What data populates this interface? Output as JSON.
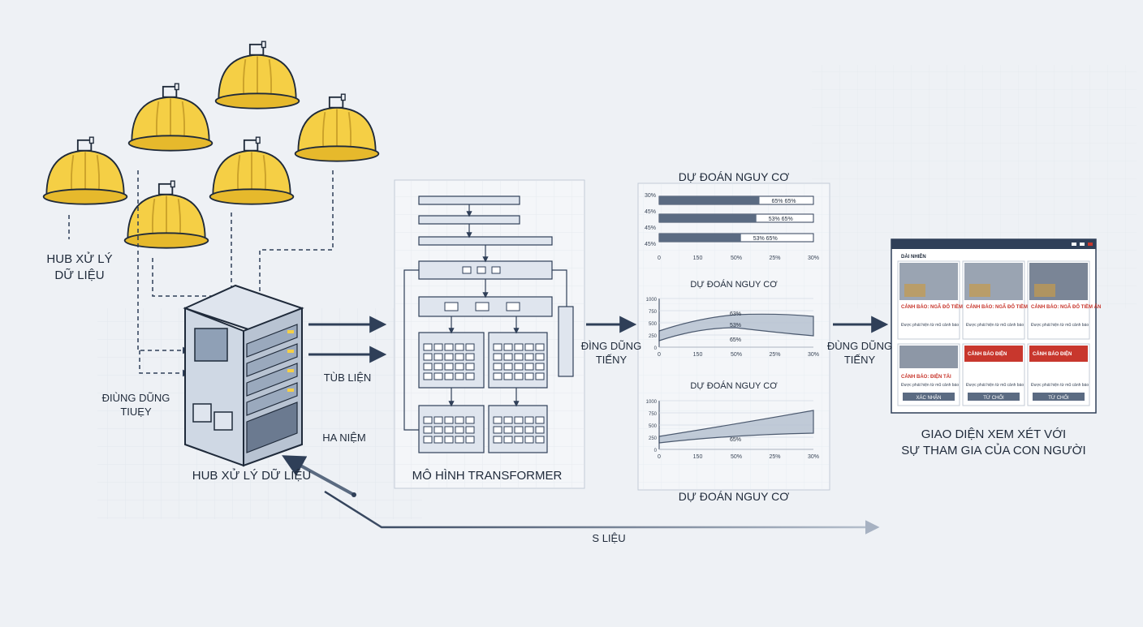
{
  "labels": {
    "hub_left_line1": "HUB XỬ LÝ",
    "hub_left_line2": "DỮ LIỆU",
    "side_left_line1": "ĐIÙNG DŨNG",
    "side_left_line2": "TIUẸY",
    "tub_lien": "TÙB LIỆN",
    "ha_niem": "HA NIỆM",
    "hub_main": "HUB XỬ LÝ DỮ LIỆU",
    "transformer_title": "MÔ HÌNH TRANSFORMER",
    "arrow2_line1": "ĐÌNG DŨNG",
    "arrow2_line2": "TIẾNY",
    "arrow3_line1": "ĐÙNG DŨNG",
    "arrow3_line2": "TIẾNY",
    "bottom_feedback": "S LIỆU",
    "review_line1": "GIAO DIỆN XEM XÉT VỚI",
    "review_line2": "SỰ THAM GIA CỦA CON NGƯỜI"
  },
  "predictions": {
    "top_title": "DỰ ĐOÁN NGUY CƠ",
    "bottom_title": "DỰ ĐOÁN NGUY CƠ",
    "bar_chart": {
      "title": "DỰ ĐOÁN NGUY CƠ",
      "categories": [
        "30%",
        "45%",
        "45%",
        "45%"
      ],
      "values": [
        65,
        63,
        53
      ],
      "bar_labels": [
        "65% 65%",
        "53% 65%",
        "53% 65%"
      ],
      "x_ticks": [
        "0",
        "150",
        "50%",
        "25%",
        "30%"
      ]
    },
    "line_chart_1": {
      "title": "DỰ ĐOÁN NGUY CƠ",
      "y_ticks": [
        "1000",
        "750",
        "500",
        "250",
        "0"
      ],
      "x_ticks": [
        "0",
        "150",
        "50%",
        "25%",
        "30%"
      ],
      "annotations": [
        "63%",
        "53%",
        "65%"
      ]
    },
    "line_chart_2": {
      "title": "DỰ ĐOÁN NGUY CƠ",
      "y_ticks": [
        "1000",
        "750",
        "500",
        "250",
        "0"
      ],
      "x_ticks": [
        "0",
        "150",
        "50%",
        "25%",
        "30%"
      ],
      "annotations": [
        "65%"
      ]
    }
  },
  "review": {
    "header": "DÀI NHIÊN",
    "cards": [
      {
        "title": "CẢNH BÁO: NGÃ ĐỔ TIỀM ẨN",
        "body": "Được phát hiện từ mũ cảnh báo"
      },
      {
        "title": "CẢNH BÁO: NGÃ ĐỔ TIỀM ẨN",
        "body": "Được phát hiện từ mũ cảnh báo"
      },
      {
        "title": "CẢNH BÁO: NGÃ ĐỔ TIỀM ẨN",
        "body": "Được phát hiện từ mũ cảnh báo"
      },
      {
        "title": "CẢNH BÁO: ĐIỆN TẢI",
        "body": "Được phát hiện từ mũ cảnh báo",
        "button": "XÁC NHẬN"
      },
      {
        "title": "CẢNH BÁO ĐIỆN",
        "body": "Được phát hiện từ mũ cảnh báo",
        "button": "TỪ CHỐI"
      },
      {
        "title": "CẢNH BÁO ĐIỆN",
        "body": "Được phát hiện từ mũ cảnh báo",
        "button": "TỪ CHỐI"
      }
    ]
  },
  "colors": {
    "helmet": "#f5cf45",
    "helmet_dark": "#d6a91f",
    "navy": "#2f3f58",
    "alert": "#c8372d",
    "bar": "#5b6b82"
  }
}
